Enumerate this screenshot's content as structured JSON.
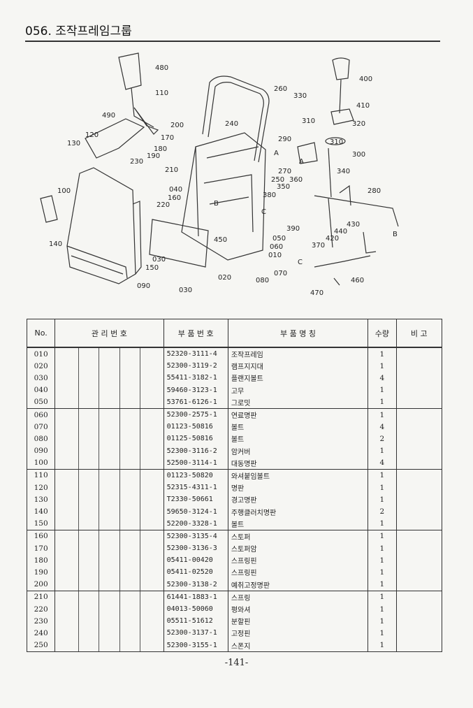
{
  "header": {
    "title": "056. 조작프레임그룹"
  },
  "diagram": {
    "labels": [
      "480",
      "110",
      "490",
      "130",
      "120",
      "170",
      "180",
      "190",
      "200",
      "240",
      "230",
      "210",
      "040",
      "160",
      "220",
      "100",
      "140",
      "030",
      "150",
      "090",
      "020",
      "030",
      "450",
      "260",
      "270",
      "250",
      "350",
      "360",
      "380",
      "390",
      "050",
      "060",
      "010",
      "070",
      "080",
      "330",
      "400",
      "410",
      "310",
      "320",
      "310",
      "300",
      "290",
      "340",
      "280",
      "430",
      "440",
      "420",
      "370",
      "460",
      "470"
    ],
    "letters": [
      "A",
      "A",
      "B",
      "B",
      "C",
      "C"
    ]
  },
  "table": {
    "headers": {
      "no": "No.",
      "mgmt": "관 리 번 호",
      "part_no": "부 품 번 호",
      "name": "부    품    명    칭",
      "qty": "수량",
      "remark": "비    고"
    },
    "rows": [
      {
        "no": "010",
        "part": "52320-3111-4",
        "name": "조작프레임",
        "qty": "1"
      },
      {
        "no": "020",
        "part": "52300-3119-2",
        "name": "램프지지대",
        "qty": "1"
      },
      {
        "no": "030",
        "part": "55411-3182-1",
        "name": "플랜지볼트",
        "qty": "4"
      },
      {
        "no": "040",
        "part": "59460-3123-1",
        "name": "고무",
        "qty": "1"
      },
      {
        "no": "050",
        "part": "53761-6126-1",
        "name": "그로밋",
        "qty": "1"
      },
      {
        "no": "060",
        "part": "52300-2575-1",
        "name": "연료명판",
        "qty": "1"
      },
      {
        "no": "070",
        "part": "01123-50816",
        "name": "볼트",
        "qty": "4"
      },
      {
        "no": "080",
        "part": "01125-50816",
        "name": "볼트",
        "qty": "2"
      },
      {
        "no": "090",
        "part": "52300-3116-2",
        "name": "암커버",
        "qty": "1"
      },
      {
        "no": "100",
        "part": "52500-3114-1",
        "name": "대동명판",
        "qty": "4"
      },
      {
        "no": "110",
        "part": "01123-50820",
        "name": "와셔붙임볼트",
        "qty": "1"
      },
      {
        "no": "120",
        "part": "52315-4311-1",
        "name": "명판",
        "qty": "1"
      },
      {
        "no": "130",
        "part": "T2330-50661",
        "name": "경고명판",
        "qty": "1"
      },
      {
        "no": "140",
        "part": "59650-3124-1",
        "name": "주행클러치명판",
        "qty": "2"
      },
      {
        "no": "150",
        "part": "52200-3328-1",
        "name": "볼트",
        "qty": "1"
      },
      {
        "no": "160",
        "part": "52300-3135-4",
        "name": "스토퍼",
        "qty": "1"
      },
      {
        "no": "170",
        "part": "52300-3136-3",
        "name": "스토퍼암",
        "qty": "1"
      },
      {
        "no": "180",
        "part": "05411-00420",
        "name": "스프링핀",
        "qty": "1"
      },
      {
        "no": "190",
        "part": "05411-02520",
        "name": "스프링핀",
        "qty": "1"
      },
      {
        "no": "200",
        "part": "52300-3138-2",
        "name": "예취고정명판",
        "qty": "1"
      },
      {
        "no": "210",
        "part": "61441-1883-1",
        "name": "스프링",
        "qty": "1"
      },
      {
        "no": "220",
        "part": "04013-50060",
        "name": "평와셔",
        "qty": "1"
      },
      {
        "no": "230",
        "part": "05511-51612",
        "name": "분할핀",
        "qty": "1"
      },
      {
        "no": "240",
        "part": "52300-3137-1",
        "name": "고정핀",
        "qty": "1"
      },
      {
        "no": "250",
        "part": "52300-3155-1",
        "name": "스폰지",
        "qty": "1"
      }
    ]
  },
  "footer": {
    "page_number": "-141-"
  }
}
